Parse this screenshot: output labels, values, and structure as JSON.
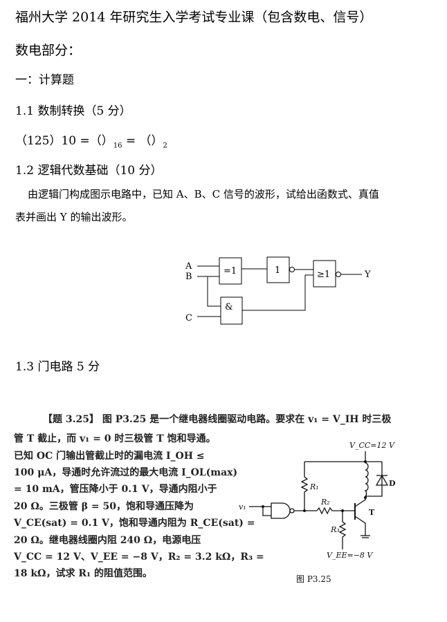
{
  "title": "福州大学 2014 年研究生入学考试专业课（包含数电、信号）",
  "section": "数电部分：",
  "part": "一：计算题",
  "q11": {
    "heading": "1.1 数制转换（5 分）",
    "expr_a": "（125）10 =（）",
    "sub16": "16",
    "expr_b": " = （）",
    "sub2": "2"
  },
  "q12": {
    "heading": "1.2  逻辑代数基础（10 分）",
    "line1": "由逻辑门构成图示电路中，已知 A、B、C 信号的波形，试给出函数式、真值",
    "line2": "表并画出 Y 的输出波形。",
    "diagram": {
      "A": "A",
      "B": "B",
      "C": "C",
      "Y": "Y",
      "xor": "=1",
      "not": "1",
      "nor": "≥1",
      "and": "&"
    }
  },
  "q13": {
    "heading": "1.3 门电路  5 分"
  },
  "problem": {
    "lines": [
      "【题 3.25】  图 P3.25 是一个继电器线圈驱动电路。要求在 v₁ = V_IH 时三极",
      "管 T 截止，而 v₁ = 0 时三极管 T 饱和导通。",
      "已知 OC 门输出管截止时的漏电流 I_OH ≤",
      "100 μA，导通时允许流过的最大电流 I_OL(max)",
      "= 10 mA，管压降小于 0.1 V，导通内阻小于",
      "20 Ω。三极管 β = 50，饱和导通压降为",
      "V_CE(sat) = 0.1 V，饱和导通内阻为 R_CE(sat) =",
      "20 Ω。继电器线圈内阻 240 Ω，电源电压",
      "V_CC = 12 V、V_EE = −8 V，R₂ = 3.2 kΩ，R₃ =",
      "18 kΩ，试求 R₁ 的阻值范围。"
    ],
    "circuit": {
      "vcc": "V_CC=12 V",
      "vee": "V_EE=−8 V",
      "r1": "R₁",
      "r2": "R₂",
      "r3": "R₃",
      "d": "D",
      "t": "T",
      "vi": "v₁",
      "caption": "图 P3.25"
    }
  }
}
